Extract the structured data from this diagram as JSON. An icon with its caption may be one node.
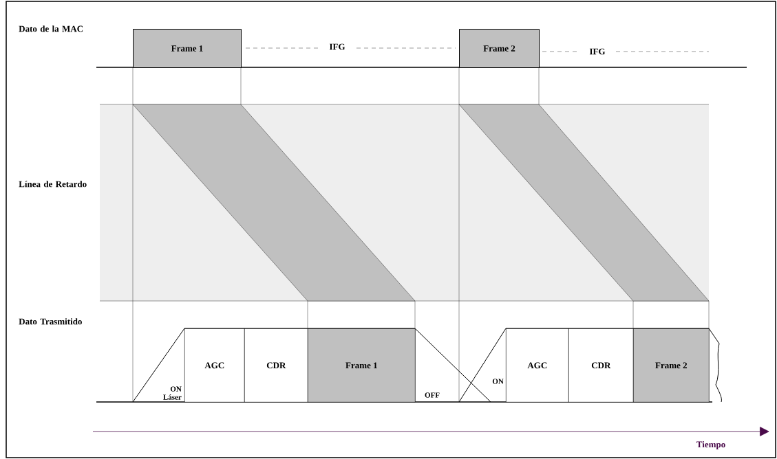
{
  "diagram": {
    "nodes": [
      {
        "text": [
          "Frame 1"
        ]
      },
      {
        "text": [
          "Frame 2"
        ]
      },
      {
        "text": [
          "AGC"
        ]
      },
      {
        "text": [
          "CDR"
        ]
      },
      {
        "text": [
          "Frame 1"
        ]
      },
      {
        "text": [
          "AGC"
        ]
      },
      {
        "text": [
          "CDR"
        ]
      },
      {
        "text": [
          "Frame 2"
        ]
      }
    ],
    "labels": [
      "Dato de la MAC",
      "IFG",
      "IFG",
      "Línea de Retardo",
      "Dato Trasmitido",
      "ON Láser",
      "OFF",
      "ON",
      "Tiempo"
    ]
  }
}
